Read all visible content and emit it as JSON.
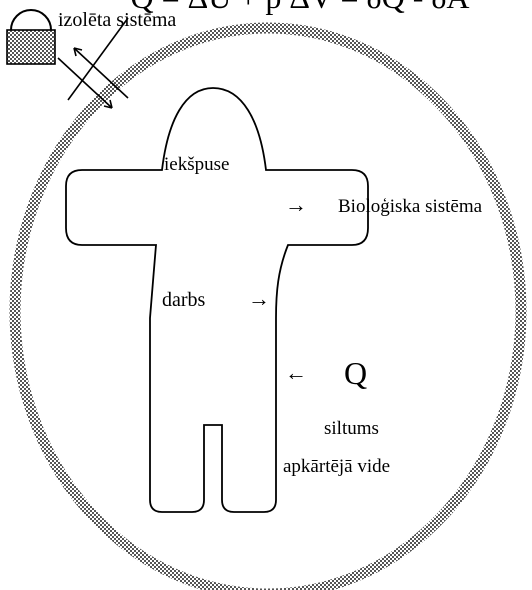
{
  "header_fragment": "Q = ΔU + p ΔV = δQ - δA",
  "labels": {
    "isolated_system": "izolēta sistēma",
    "inside": "iekšpuse",
    "biological_system": "Bioloģiska sistēma",
    "work": "darbs",
    "heat_symbol": "Q",
    "heat": "siltums",
    "environment": "apkārtējā vide"
  },
  "arrow_glyph": "→",
  "arrow_glyph_left": "←",
  "colors": {
    "boundary": "#8a8a8a",
    "ink": "#000000"
  }
}
